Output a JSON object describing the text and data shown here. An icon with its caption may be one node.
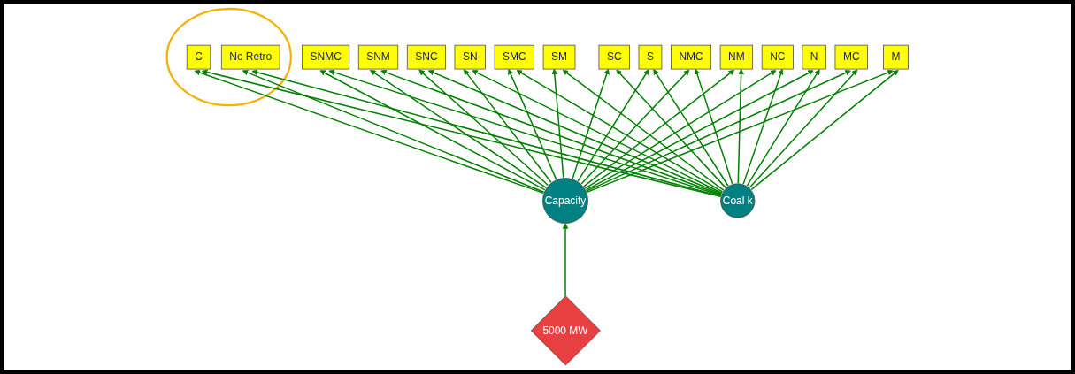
{
  "diagram": {
    "nodes": [
      {
        "text": [
          "SNMC"
        ]
      },
      {
        "text": [
          "SNM"
        ]
      },
      {
        "text": [
          "SNC"
        ]
      },
      {
        "text": [
          "SN"
        ]
      },
      {
        "text": [
          "SMC"
        ]
      },
      {
        "text": [
          "SM"
        ]
      },
      {
        "text": [
          "SC"
        ]
      },
      {
        "text": [
          "S"
        ]
      },
      {
        "text": [
          "NMC"
        ]
      },
      {
        "text": [
          "NM"
        ]
      },
      {
        "text": [
          "NC"
        ]
      },
      {
        "text": [
          "N"
        ]
      },
      {
        "text": [
          "MC"
        ]
      },
      {
        "text": [
          "M"
        ]
      },
      {
        "text": [],
        "shape": "ellipse"
      },
      {
        "text": [
          "C"
        ],
        "in": 14
      },
      {
        "text": [
          "No Retro"
        ],
        "in": 14
      },
      {
        "text": [
          "Capacity"
        ]
      },
      {
        "text": [
          "Coal k"
        ]
      },
      {
        "text": [
          "5000 MW"
        ]
      }
    ],
    "edges": [
      {
        "from": 19,
        "to": 17,
        "arrow": "to"
      },
      {
        "from": 17,
        "to": 0,
        "arrow": "to"
      },
      {
        "from": 17,
        "to": 1,
        "arrow": "to"
      },
      {
        "from": 17,
        "to": 2,
        "arrow": "to"
      },
      {
        "from": 17,
        "to": 3,
        "arrow": "to"
      },
      {
        "from": 17,
        "to": 4,
        "arrow": "to"
      },
      {
        "from": 17,
        "to": 5,
        "arrow": "to"
      },
      {
        "from": 17,
        "to": 6,
        "arrow": "to"
      },
      {
        "from": 17,
        "to": 7,
        "arrow": "to"
      },
      {
        "from": 17,
        "to": 8,
        "arrow": "to"
      },
      {
        "from": 17,
        "to": 9,
        "arrow": "to"
      },
      {
        "from": 17,
        "to": 10,
        "arrow": "to"
      },
      {
        "from": 17,
        "to": 11,
        "arrow": "to"
      },
      {
        "from": 17,
        "to": 12,
        "arrow": "to"
      },
      {
        "from": 17,
        "to": 13,
        "arrow": "to"
      },
      {
        "from": 17,
        "to": 15,
        "arrow": "to"
      },
      {
        "from": 17,
        "to": 16,
        "arrow": "to"
      },
      {
        "from": 18,
        "to": 0,
        "arrow": "to"
      },
      {
        "from": 18,
        "to": 1,
        "arrow": "to"
      },
      {
        "from": 18,
        "to": 2,
        "arrow": "to"
      },
      {
        "from": 18,
        "to": 3,
        "arrow": "to"
      },
      {
        "from": 18,
        "to": 4,
        "arrow": "to"
      },
      {
        "from": 18,
        "to": 5,
        "arrow": "to"
      },
      {
        "from": 18,
        "to": 6,
        "arrow": "to"
      },
      {
        "from": 18,
        "to": 7,
        "arrow": "to"
      },
      {
        "from": 18,
        "to": 8,
        "arrow": "to"
      },
      {
        "from": 18,
        "to": 9,
        "arrow": "to"
      },
      {
        "from": 18,
        "to": 10,
        "arrow": "to"
      },
      {
        "from": 18,
        "to": 11,
        "arrow": "to"
      },
      {
        "from": 18,
        "to": 12,
        "arrow": "to"
      },
      {
        "from": 18,
        "to": 13,
        "arrow": "to"
      },
      {
        "from": 18,
        "to": 15,
        "arrow": "to"
      },
      {
        "from": 18,
        "to": 16,
        "arrow": "to"
      }
    ]
  }
}
